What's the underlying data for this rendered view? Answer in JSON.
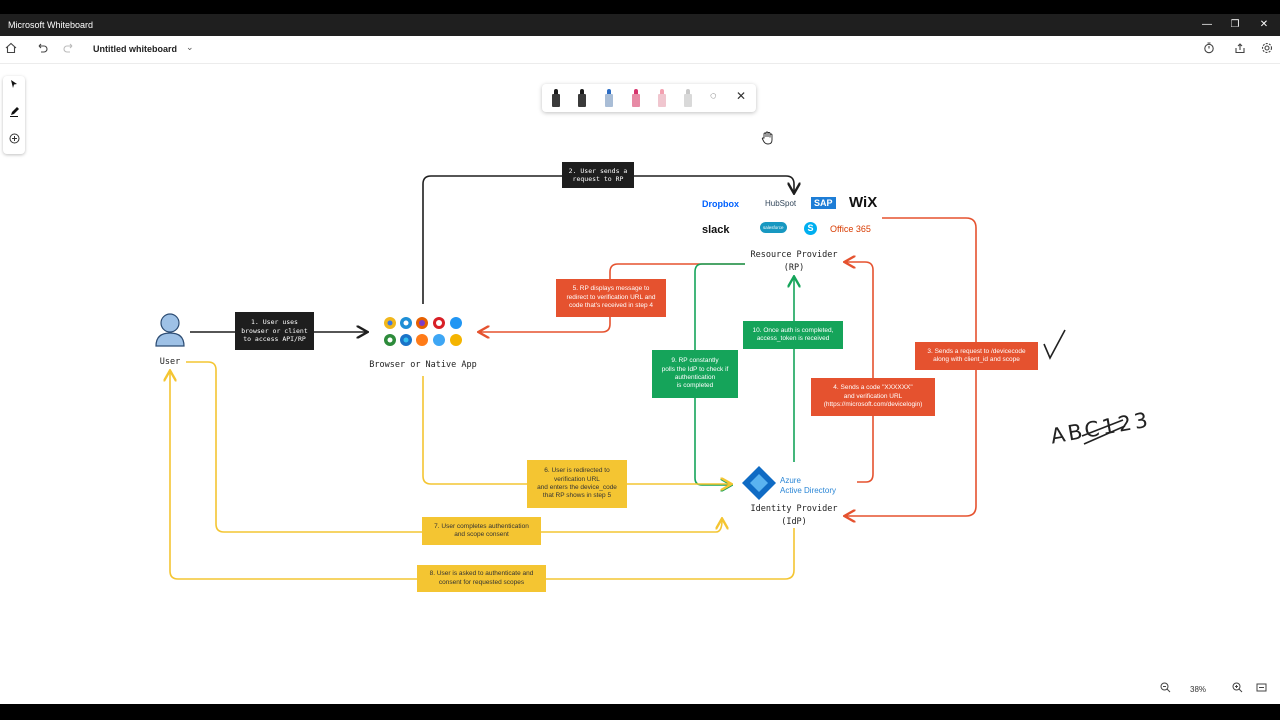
{
  "window": {
    "title": "Microsoft Whiteboard",
    "controls": [
      "—",
      "❐",
      "✕"
    ]
  },
  "toolbar": {
    "whiteboard_title": "Untitled whiteboard",
    "icons": [
      "home-icon",
      "undo-icon",
      "redo-icon",
      "timer-icon",
      "share-icon",
      "settings-icon"
    ]
  },
  "pen_tray": {
    "pens": [
      {
        "name": "black-pen",
        "color": "#1a1a1a"
      },
      {
        "name": "black-pen-2",
        "color": "#1a1a1a"
      },
      {
        "name": "blue-pen",
        "color": "#2b6cc4"
      },
      {
        "name": "red-pen",
        "color": "#d6336c"
      },
      {
        "name": "highlighter",
        "color": "#f3a0b0"
      },
      {
        "name": "eraser",
        "color": "#c8c8c8"
      }
    ]
  },
  "diagram": {
    "user_label": "User",
    "browser_label": "Browser or Native App",
    "rp_label": "Resource Provider\n(RP)",
    "idp_label": "Identity Provider\n(IdP)",
    "azure_label": "Azure\nActive Directory",
    "brands": {
      "dropbox": "Dropbox",
      "hubspot": "HubSpot",
      "sap": "SAP",
      "wix": "WiX",
      "slack": "slack",
      "salesforce": "salesforce",
      "office365": "Office 365"
    },
    "steps": {
      "s1": "1. User uses\nbrowser or client\nto access API/RP",
      "s2": "2. User sends a\nrequest to RP",
      "s3": "3. Sends a request to /devicecode\nalong with client_id and scope",
      "s4": "4. Sends a code \"XXXXXX\"\nand verification URL\n(https://microsoft.com/devicelogin)",
      "s5": "5. RP displays message to\nredirect to verification URL and\ncode that's received in step 4",
      "s6": "6. User is redirected to\nverification URL\nand enters the device_code\nthat RP shows in step 5",
      "s7": "7. User completes authentication\nand scope consent",
      "s8": "8. User is asked to authenticate and\nconsent for requested scopes",
      "s9": "9. RP constantly\npolls the IdP to check if\nauthentication\nis completed",
      "s10": "10. Once auth is completed,\naccess_token is received"
    }
  },
  "ink": {
    "handwriting": "ABC123"
  },
  "colors": {
    "dark": "#1e1e1e",
    "orange": "#e5522f",
    "green": "#15a45a",
    "yellow": "#f4c532"
  },
  "zoom": {
    "level": "38%"
  }
}
